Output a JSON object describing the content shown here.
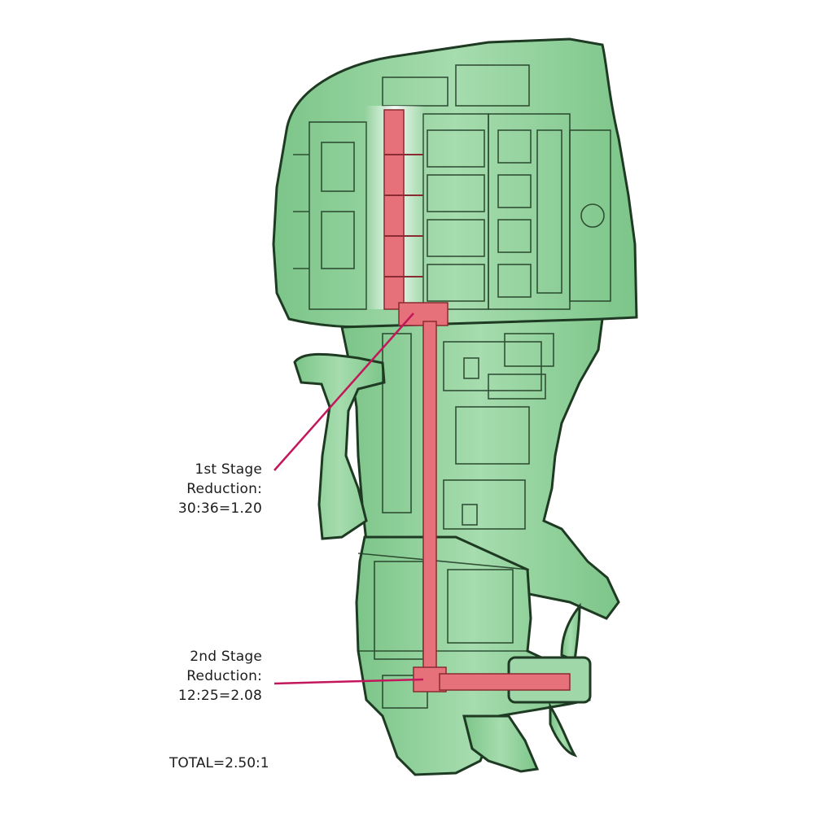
{
  "labels": {
    "stage1": {
      "line1": "1st Stage",
      "line2": "Reduction:",
      "line3": "30:36=1.20"
    },
    "stage2": {
      "line1": "2nd Stage",
      "line2": "Reduction:",
      "line3": "12:25=2.08"
    },
    "total": "TOTAL=2.50:1"
  },
  "colors": {
    "housing_fill": "#8fd09a",
    "housing_dark": "#5fae6d",
    "outline": "#1e3a22",
    "driveline": "#e7717a",
    "leader": "#c2185b",
    "background": "#ffffff"
  },
  "icons": [
    "outboard-motor-cutaway",
    "crankshaft",
    "driveshaft",
    "propeller-shaft",
    "propeller"
  ]
}
